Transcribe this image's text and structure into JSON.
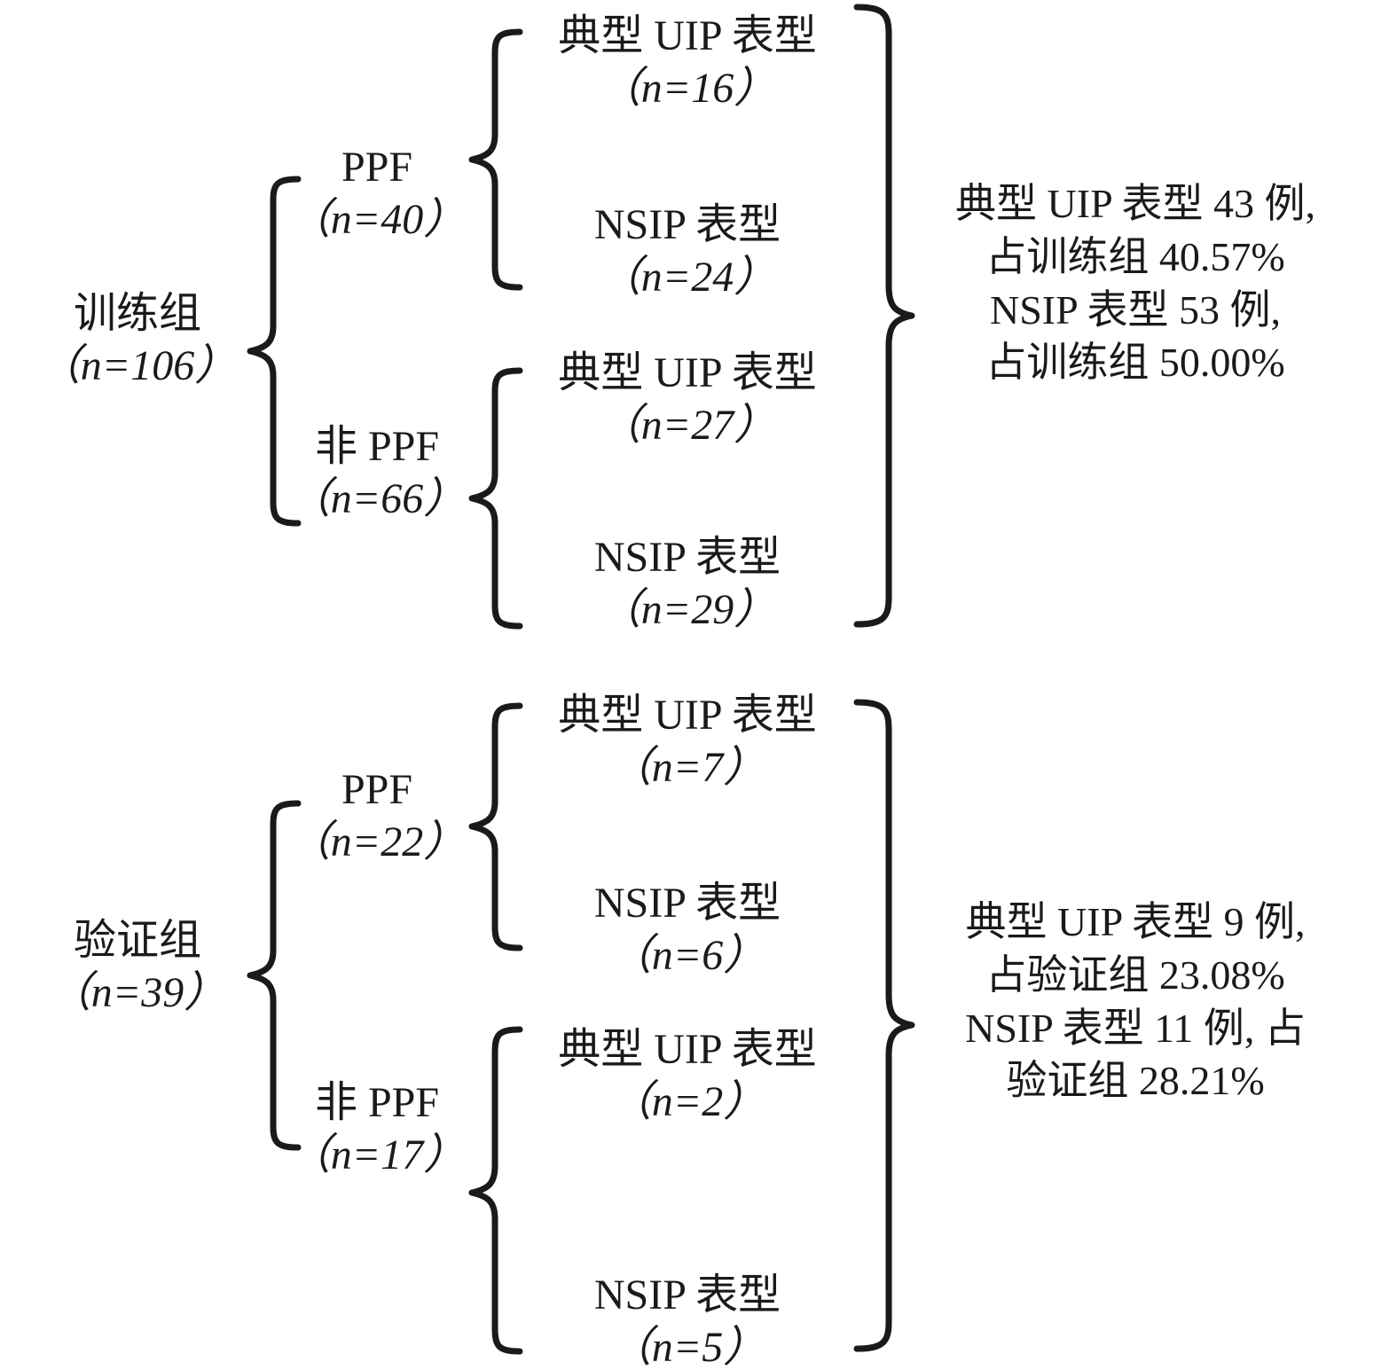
{
  "diagram": {
    "type": "bracket-tree",
    "orientation": "left-to-right",
    "sections": [
      {
        "id": "training",
        "root": {
          "label": "训练组",
          "count_label": "（n=106）",
          "n": 106
        },
        "branches": [
          {
            "label": "PPF",
            "count_label": "（n=40）",
            "n": 40,
            "leaves": [
              {
                "label": "典型 UIP 表型",
                "count_label": "（n=16）",
                "n": 16
              },
              {
                "label": "NSIP 表型",
                "count_label": "（n=24）",
                "n": 24
              }
            ]
          },
          {
            "label": "非 PPF",
            "count_label": "（n=66）",
            "n": 66,
            "leaves": [
              {
                "label": "典型 UIP 表型",
                "count_label": "（n=27）",
                "n": 27
              },
              {
                "label": "NSIP 表型",
                "count_label": "（n=29）",
                "n": 29
              }
            ]
          }
        ],
        "summary": {
          "lines": [
            "典型 UIP 表型 43 例,",
            "占训练组 40.57%",
            "NSIP 表型 53 例,",
            "占训练组 50.00%"
          ],
          "uip_cases": 43,
          "uip_percent": "40.57%",
          "nsip_cases": 53,
          "nsip_percent": "50.00%"
        }
      },
      {
        "id": "validation",
        "root": {
          "label": "验证组",
          "count_label": "（n=39）",
          "n": 39
        },
        "branches": [
          {
            "label": "PPF",
            "count_label": "（n=22）",
            "n": 22,
            "leaves": [
              {
                "label": "典型 UIP 表型",
                "count_label": "（n=7）",
                "n": 7
              },
              {
                "label": "NSIP 表型",
                "count_label": "（n=6）",
                "n": 6
              }
            ]
          },
          {
            "label": "非 PPF",
            "count_label": "（n=17）",
            "n": 17,
            "leaves": [
              {
                "label": "典型 UIP 表型",
                "count_label": "（n=2）",
                "n": 2
              },
              {
                "label": "NSIP 表型",
                "count_label": "（n=5）",
                "n": 5
              }
            ]
          }
        ],
        "summary": {
          "lines": [
            "典型 UIP 表型 9 例,",
            "占验证组 23.08%",
            "NSIP 表型 11 例, 占",
            "验证组 28.21%"
          ],
          "uip_cases": 9,
          "uip_percent": "23.08%",
          "nsip_cases": 11,
          "nsip_percent": "28.21%"
        }
      }
    ]
  },
  "style": {
    "ink": "#1a1a1a",
    "background": "#ffffff"
  }
}
